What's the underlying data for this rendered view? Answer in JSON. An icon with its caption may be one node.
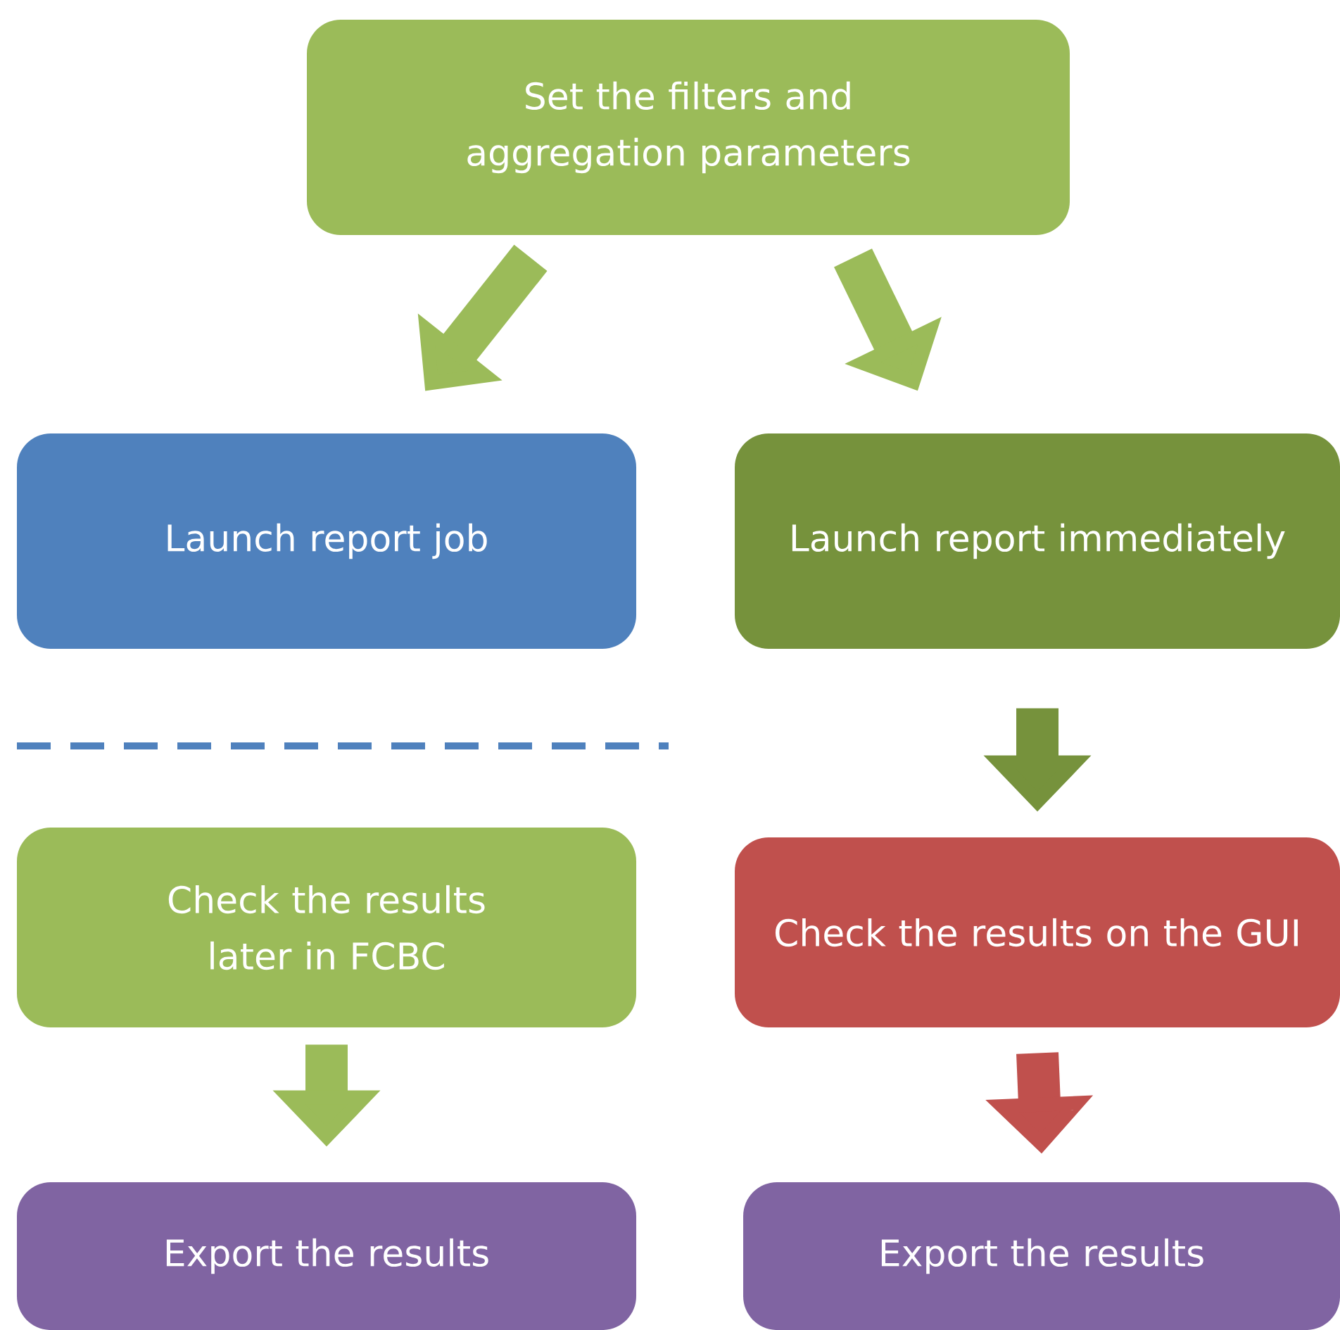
{
  "diagram": {
    "nodes": [
      {
        "text": [
          "Set the filters and aggregation parameters"
        ]
      },
      {
        "text": [
          "Launch report job"
        ]
      },
      {
        "text": [
          "Launch report immediately"
        ]
      },
      {
        "text": [
          "Check the results later in FCBC"
        ]
      },
      {
        "text": [
          "Check the results on the GUI"
        ]
      },
      {
        "text": [
          "Export the results"
        ]
      },
      {
        "text": [
          "Export the results"
        ]
      }
    ],
    "edges": [
      {
        "from": 0,
        "to": 1,
        "arrow": "to"
      },
      {
        "from": 0,
        "to": 2,
        "arrow": "to"
      },
      {
        "from": 2,
        "to": 4,
        "arrow": "to",
        "color": "#76923c"
      },
      {
        "from": 3,
        "to": 5,
        "arrow": "to"
      },
      {
        "from": 4,
        "to": 6,
        "arrow": "to",
        "color": "#c0504d"
      }
    ]
  }
}
